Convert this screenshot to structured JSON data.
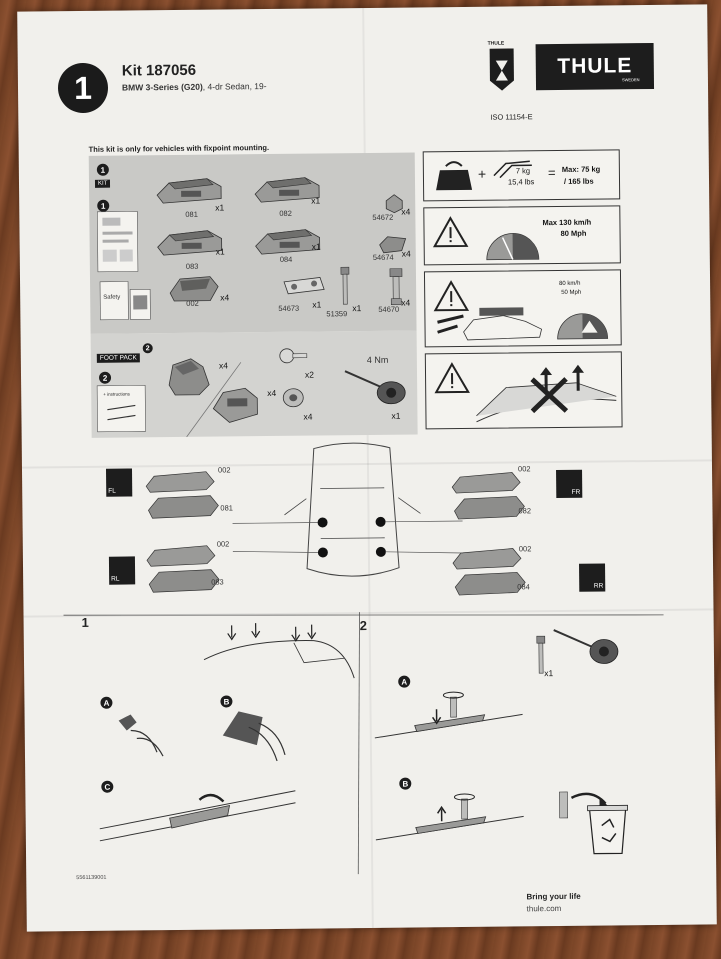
{
  "header": {
    "step_number": "1",
    "kit_title": "Kit 187056",
    "vehicle_model": "BMW 3-Series (G20)",
    "vehicle_body": ", 4-dr Sedan, 19-",
    "brand_name": "THULE",
    "brand_sub": "SWEDEN",
    "badge_text": "THULE",
    "iso": "ISO 11154-E"
  },
  "notice": "This kit is only for vehicles with fixpoint mounting.",
  "kit_panel": {
    "tag": "KIT",
    "safety_label": "Safety",
    "parts": [
      {
        "code": "081",
        "qty": "x1"
      },
      {
        "code": "082",
        "qty": "x1"
      },
      {
        "code": "083",
        "qty": "x1"
      },
      {
        "code": "084",
        "qty": "x1"
      },
      {
        "code": "002",
        "qty": "x4"
      },
      {
        "code": "54673",
        "qty": "x1"
      },
      {
        "code": "51359",
        "qty": "x1"
      },
      {
        "code": "54670",
        "qty": "x4"
      },
      {
        "code": "54672",
        "qty": "x4"
      },
      {
        "code": "54674",
        "qty": "x4"
      }
    ]
  },
  "foot_pack": {
    "tag": "FOOT PACK",
    "instructions": "+ instructions",
    "items": [
      {
        "qty": "x4"
      },
      {
        "qty": "x4"
      },
      {
        "qty": "x2"
      },
      {
        "qty": "x4"
      },
      {
        "qty": "x1"
      }
    ],
    "torque": "4 Nm"
  },
  "info": {
    "load_weight": "7 kg",
    "load_weight_lbs": "15,4 lbs",
    "max_load": "Max: 75 kg",
    "max_load_lbs": "/ 165 lbs",
    "max_speed": "Max 130 km/h",
    "max_speed_mph": "80 Mph",
    "wind_speed": "80 km/h",
    "wind_speed_mph": "50 Mph"
  },
  "placement": {
    "positions": [
      {
        "code": "FL",
        "part": "081",
        "foot": "002"
      },
      {
        "code": "FR",
        "part": "082",
        "foot": "002"
      },
      {
        "code": "RL",
        "part": "083",
        "foot": "002"
      },
      {
        "code": "RR",
        "part": "084",
        "foot": "002"
      }
    ]
  },
  "steps": {
    "step1": "1",
    "step2": "2",
    "labels": [
      "A",
      "B",
      "C"
    ],
    "labels2": [
      "A",
      "B"
    ],
    "tool_qty": "x1"
  },
  "footer": {
    "code": "5561139001",
    "tagline": "Bring your life",
    "url": "thule.com"
  },
  "colors": {
    "panel_gray": "#c9c9c6",
    "ink": "#1d1d1d",
    "paper": "#f1f0ec"
  }
}
